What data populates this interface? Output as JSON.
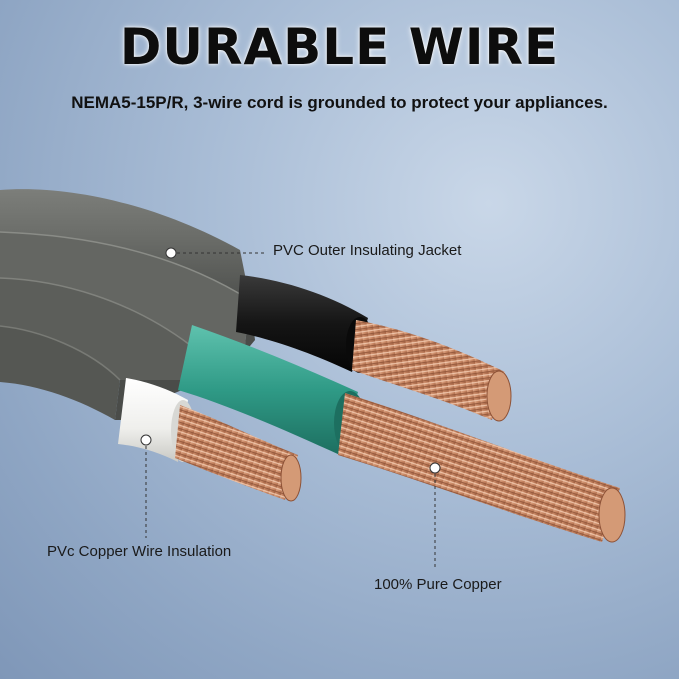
{
  "headline": "DURABLE WIRE",
  "subheadline": "NEMA5-15P/R, 3-wire cord is grounded to protect your appliances.",
  "callouts": {
    "jacket": "PVC Outer Insulating Jacket",
    "insulation": "PVc Copper Wire Insulation",
    "copper": "100% Pure Copper"
  },
  "colors": {
    "background": "#a9bdd6",
    "jacket": "#6d6f6b",
    "black_insulation": "#1b1b1b",
    "green_insulation": "#2f9a86",
    "white_insulation": "#f2f2f0",
    "copper": "#c98a63"
  }
}
